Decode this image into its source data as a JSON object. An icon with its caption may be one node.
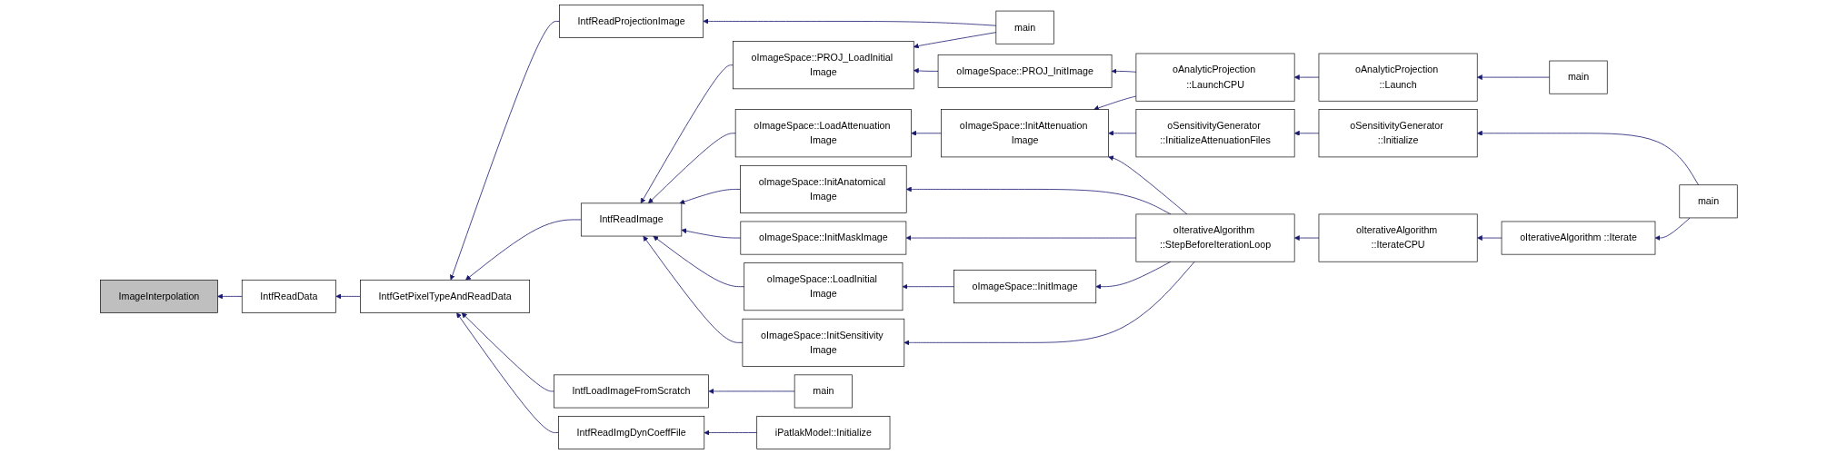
{
  "diagram": {
    "nodes": [
      {
        "text": [
          "ImageInterpolation"
        ]
      },
      {
        "text": [
          "IntfReadData"
        ]
      },
      {
        "text": [
          "IntfGetPixelTypeAndReadData"
        ]
      },
      {
        "text": [
          "IntfReadProjectionImage"
        ]
      },
      {
        "text": [
          "IntfReadImage"
        ]
      },
      {
        "text": [
          "IntfLoadImageFromScratch"
        ]
      },
      {
        "text": [
          "IntfReadImgDynCoeffFile"
        ]
      },
      {
        "text": [
          "main"
        ]
      },
      {
        "text": [
          "oImageSpace::PROJ_LoadInitial Image"
        ]
      },
      {
        "text": [
          "oImageSpace::LoadAttenuation Image"
        ]
      },
      {
        "text": [
          "oImageSpace::LoadInitial Image"
        ]
      },
      {
        "text": [
          "oImageSpace::InitSensitivity Image"
        ]
      },
      {
        "text": [
          "main"
        ]
      },
      {
        "text": [
          "iPatlakModel::Initialize"
        ]
      },
      {
        "text": [
          "oImageSpace::PROJ_InitImage"
        ]
      },
      {
        "text": [
          "oImageSpace::InitAttenuation Image"
        ]
      },
      {
        "text": [
          "oImageSpace::InitAnatomical Image"
        ]
      },
      {
        "text": [
          "oImageSpace::InitMaskImage"
        ]
      },
      {
        "text": [
          "oImageSpace::InitImage"
        ]
      },
      {
        "text": [
          "oAnalyticProjection ::LaunchCPU"
        ]
      },
      {
        "text": [
          "oIterativeAlgorithm ::StepBeforeIterationLoop"
        ]
      },
      {
        "text": [
          "oAnalyticProjection ::Launch"
        ]
      },
      {
        "text": [
          "oSensitivityGenerator ::InitializeAttenuationFiles"
        ]
      },
      {
        "text": [
          "oIterativeAlgorithm ::IterateCPU"
        ]
      },
      {
        "text": [
          "main"
        ]
      },
      {
        "text": [
          "oSensitivityGenerator ::Initialize"
        ]
      },
      {
        "text": [
          "oIterativeAlgorithm ::Iterate"
        ]
      },
      {
        "text": [
          "main"
        ]
      }
    ],
    "edges": [
      {
        "from": 1,
        "to": 0,
        "arrow": "to"
      },
      {
        "from": 2,
        "to": 1,
        "arrow": "to"
      },
      {
        "from": 3,
        "to": 2,
        "arrow": "to"
      },
      {
        "from": 4,
        "to": 2,
        "arrow": "to"
      },
      {
        "from": 5,
        "to": 2,
        "arrow": "to"
      },
      {
        "from": 6,
        "to": 2,
        "arrow": "to"
      },
      {
        "from": 7,
        "to": 3,
        "arrow": "to"
      },
      {
        "from": 7,
        "to": 8,
        "arrow": "to"
      },
      {
        "from": 8,
        "to": 4,
        "arrow": "to"
      },
      {
        "from": 9,
        "to": 4,
        "arrow": "to"
      },
      {
        "from": 16,
        "to": 4,
        "arrow": "to"
      },
      {
        "from": 17,
        "to": 4,
        "arrow": "to"
      },
      {
        "from": 10,
        "to": 4,
        "arrow": "to"
      },
      {
        "from": 11,
        "to": 4,
        "arrow": "to"
      },
      {
        "from": 12,
        "to": 5,
        "arrow": "to"
      },
      {
        "from": 13,
        "to": 6,
        "arrow": "to"
      },
      {
        "from": 14,
        "to": 8,
        "arrow": "to"
      },
      {
        "from": 15,
        "to": 9,
        "arrow": "to"
      },
      {
        "from": 18,
        "to": 10,
        "arrow": "to"
      },
      {
        "from": 20,
        "to": 11,
        "arrow": "to"
      },
      {
        "from": 19,
        "to": 14,
        "arrow": "to"
      },
      {
        "from": 19,
        "to": 15,
        "arrow": "to"
      },
      {
        "from": 22,
        "to": 15,
        "arrow": "to"
      },
      {
        "from": 20,
        "to": 15,
        "arrow": "to"
      },
      {
        "from": 20,
        "to": 16,
        "arrow": "to"
      },
      {
        "from": 20,
        "to": 17,
        "arrow": "to"
      },
      {
        "from": 20,
        "to": 18,
        "arrow": "to"
      },
      {
        "from": 21,
        "to": 19,
        "arrow": "to"
      },
      {
        "from": 23,
        "to": 20,
        "arrow": "to"
      },
      {
        "from": 24,
        "to": 21,
        "arrow": "to"
      },
      {
        "from": 25,
        "to": 22,
        "arrow": "to"
      },
      {
        "from": 26,
        "to": 23,
        "arrow": "to"
      },
      {
        "from": 27,
        "to": 25,
        "arrow": "to"
      },
      {
        "from": 27,
        "to": 26,
        "arrow": "to"
      }
    ]
  }
}
